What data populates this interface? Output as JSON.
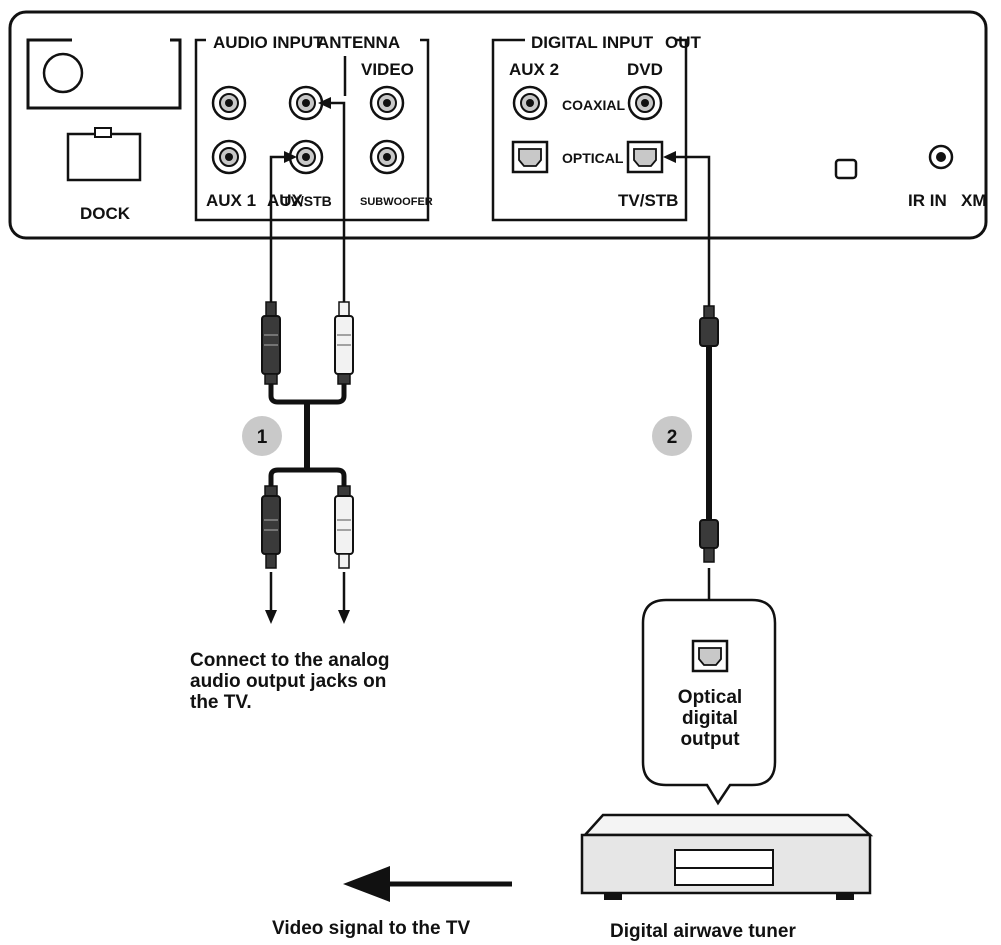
{
  "panel": {
    "dock_label": "DOCK",
    "audio_input_title": "AUDIO INPUT",
    "antenna_label": "ANTENNA",
    "video_label": "VIDEO",
    "aux1_label": "AUX 1",
    "aux_label": "AUX",
    "tvstb_label": "TV/STB",
    "subwoofer_label": "SUBWOOFER",
    "digital_input_title": "DIGITAL INPUT",
    "out_label": "OUT",
    "aux2_label": "AUX 2",
    "dvd_label": "DVD",
    "coaxial_label": "COAXIAL",
    "optical_label": "OPTICAL",
    "digital_tvstb_label": "TV/STB",
    "ir_in_label": "IR IN",
    "xm_label": "XM"
  },
  "steps": {
    "step1": "1",
    "step2": "2"
  },
  "captions": {
    "analog_line1": "Connect to the analog",
    "analog_line2": "audio output jacks on",
    "analog_line3": "the TV.",
    "optical_line1": "Optical",
    "optical_line2": "digital",
    "optical_line3": "output",
    "video_signal": "Video signal to the TV",
    "tuner": "Digital airwave tuner"
  },
  "colors": {
    "line": "#111111",
    "panel_fill": "#ffffff",
    "jack_ring": "#c8c8c8",
    "step_badge": "#c9c9c9",
    "tuner_fill": "#e6e6e6",
    "plug_dark": "#3a3a3a",
    "plug_light": "#f2f2f2"
  }
}
